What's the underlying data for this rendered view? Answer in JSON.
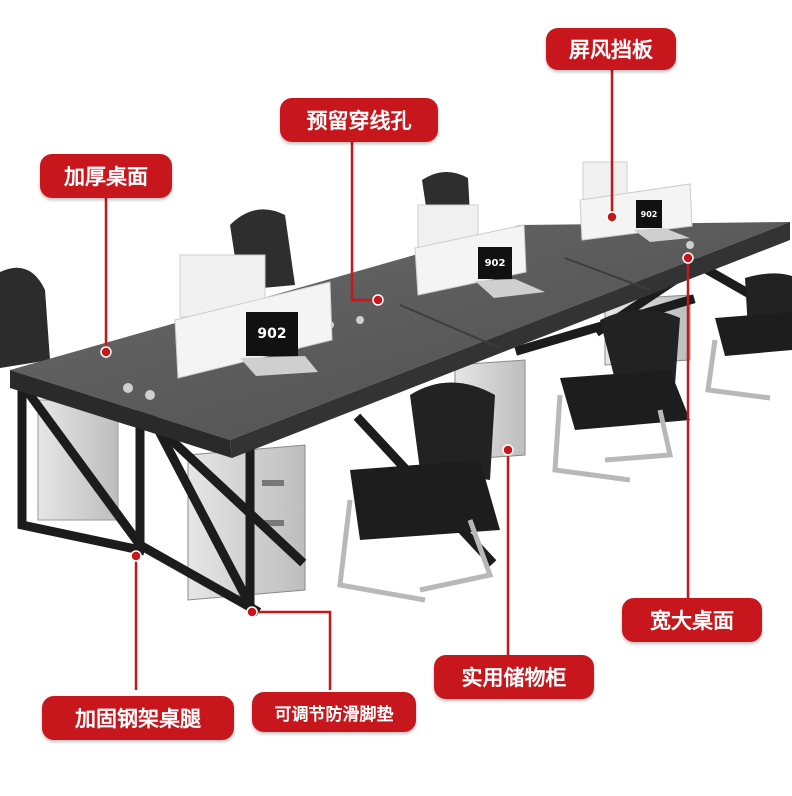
{
  "callouts": {
    "screen_panel": "屏风挡板",
    "cable_hole": "预留穿线孔",
    "thick_top": "加厚桌面",
    "wide_top": "宽大桌面",
    "storage_cabinet": "实用储物柜",
    "reinforced_legs": "加固钢架桌腿",
    "adjustable_feet": "可调节防滑脚垫"
  },
  "laptop_screen_text": "902",
  "colors": {
    "label_bg": "#c8161d",
    "label_text": "#ffffff",
    "desktop": "#5b5b5b",
    "frame": "#1c1c1c",
    "cabinet": "#d6d6d6"
  }
}
